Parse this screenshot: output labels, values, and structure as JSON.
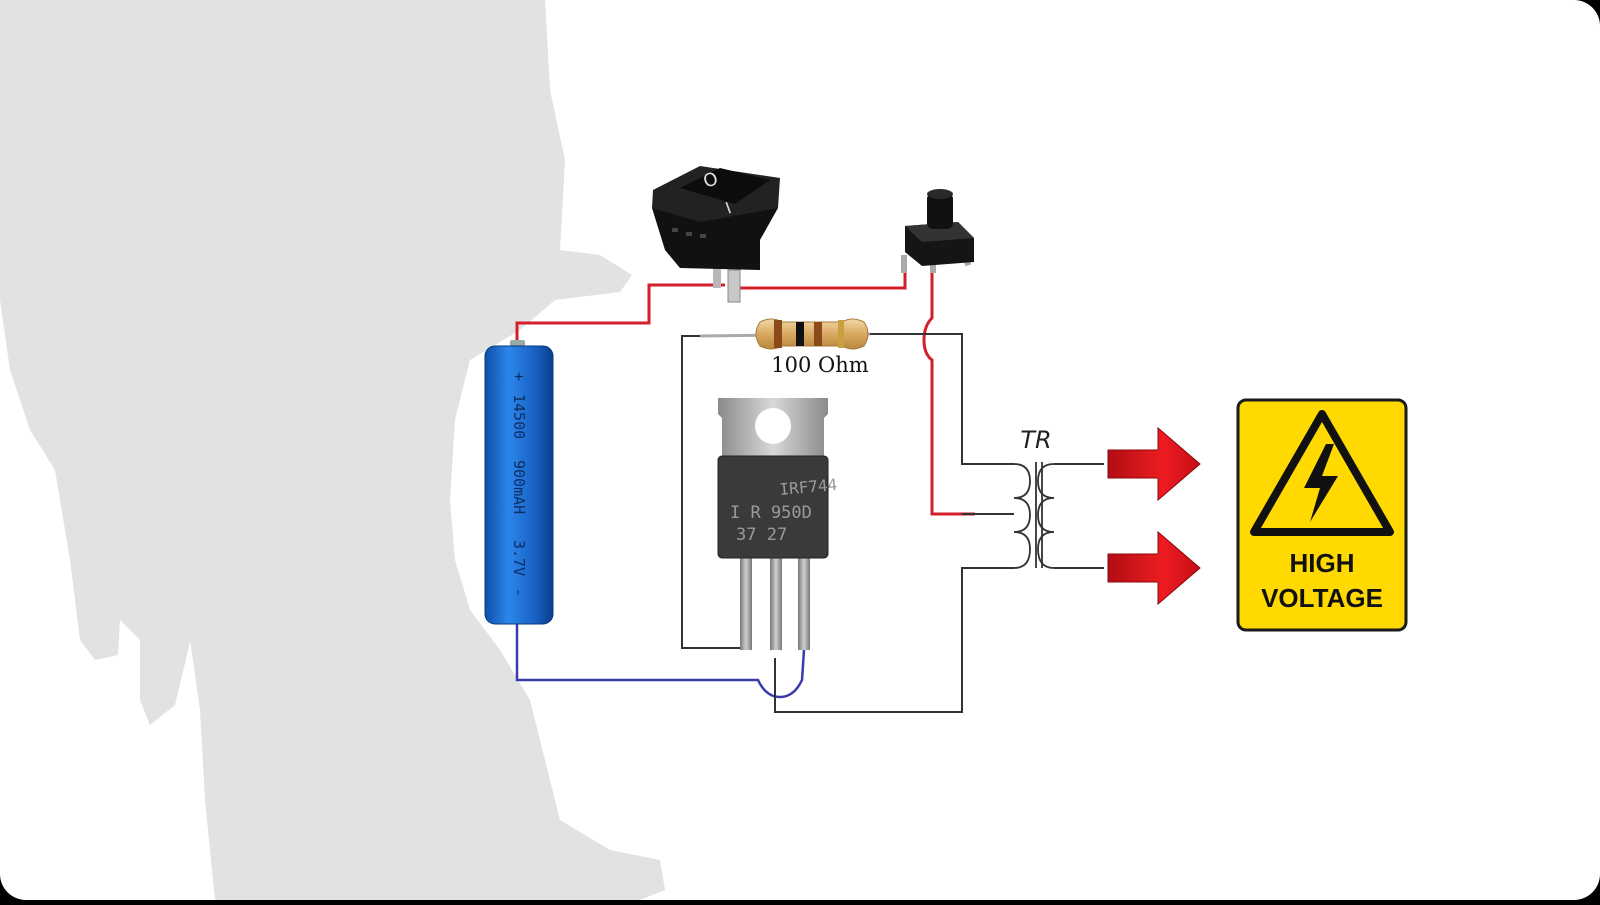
{
  "diagram": {
    "resistor_label": "100 Ohm",
    "transformer_label": "TR",
    "battery": {
      "plus": "+",
      "model": "14500",
      "capacity": "900mAH",
      "voltage": "3.7V",
      "minus": "-"
    },
    "switch_marks": {
      "off": "O",
      "on": "I"
    },
    "mosfet": {
      "part": "IRF744",
      "brand_code": "I R 950D",
      "date_code": "37 27"
    },
    "warning_sign": {
      "line1": "HIGH",
      "line2": "VOLTAGE"
    }
  },
  "colors": {
    "positive_wire": "#d21f2b",
    "negative_wire": "#3b3bb0",
    "signal_wire": "#333333",
    "battery_body": "#1c6fd6",
    "sign_yellow": "#ffd900",
    "arrow_red": "#e0141a",
    "silhouette_gray": "#e2e2e2"
  },
  "icons": [
    "rocker-switch-icon",
    "push-button-icon",
    "resistor-icon",
    "battery-icon",
    "mosfet-icon",
    "transformer-icon",
    "arrow-right-icon",
    "high-voltage-warning-icon"
  ]
}
